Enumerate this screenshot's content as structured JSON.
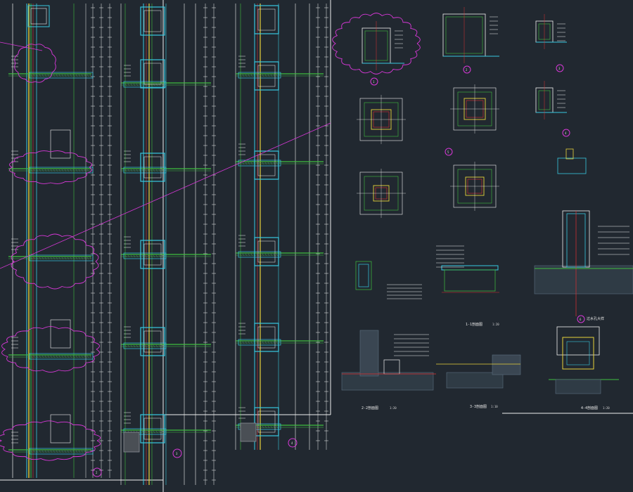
{
  "drawing": {
    "background": "#212830",
    "colors": {
      "white": "#f0f0f0",
      "green": "#3fbf3f",
      "cyan": "#38c8e0",
      "yellow": "#e8d23a",
      "red": "#e03030",
      "magenta": "#d838d8",
      "gray": "#8a8f96",
      "hatch": "#5a6f7f"
    }
  },
  "section_markers": {
    "left_bottom": "2",
    "mid_bottom_a": "3",
    "mid_bottom_b": "4",
    "detail_a": "1",
    "detail_b": "2",
    "detail_c": "3",
    "detail_d": "4",
    "detail_e": "5",
    "detail_f": "6"
  },
  "captions": {
    "detail_1": "1-1剖面图",
    "detail_2": "2-2剖面图",
    "detail_3": "3-3剖面图",
    "detail_4": "4-4剖面图",
    "detail_5": "过水孔大样"
  },
  "scales": {
    "s1": "1:20",
    "s2": "1:10"
  }
}
